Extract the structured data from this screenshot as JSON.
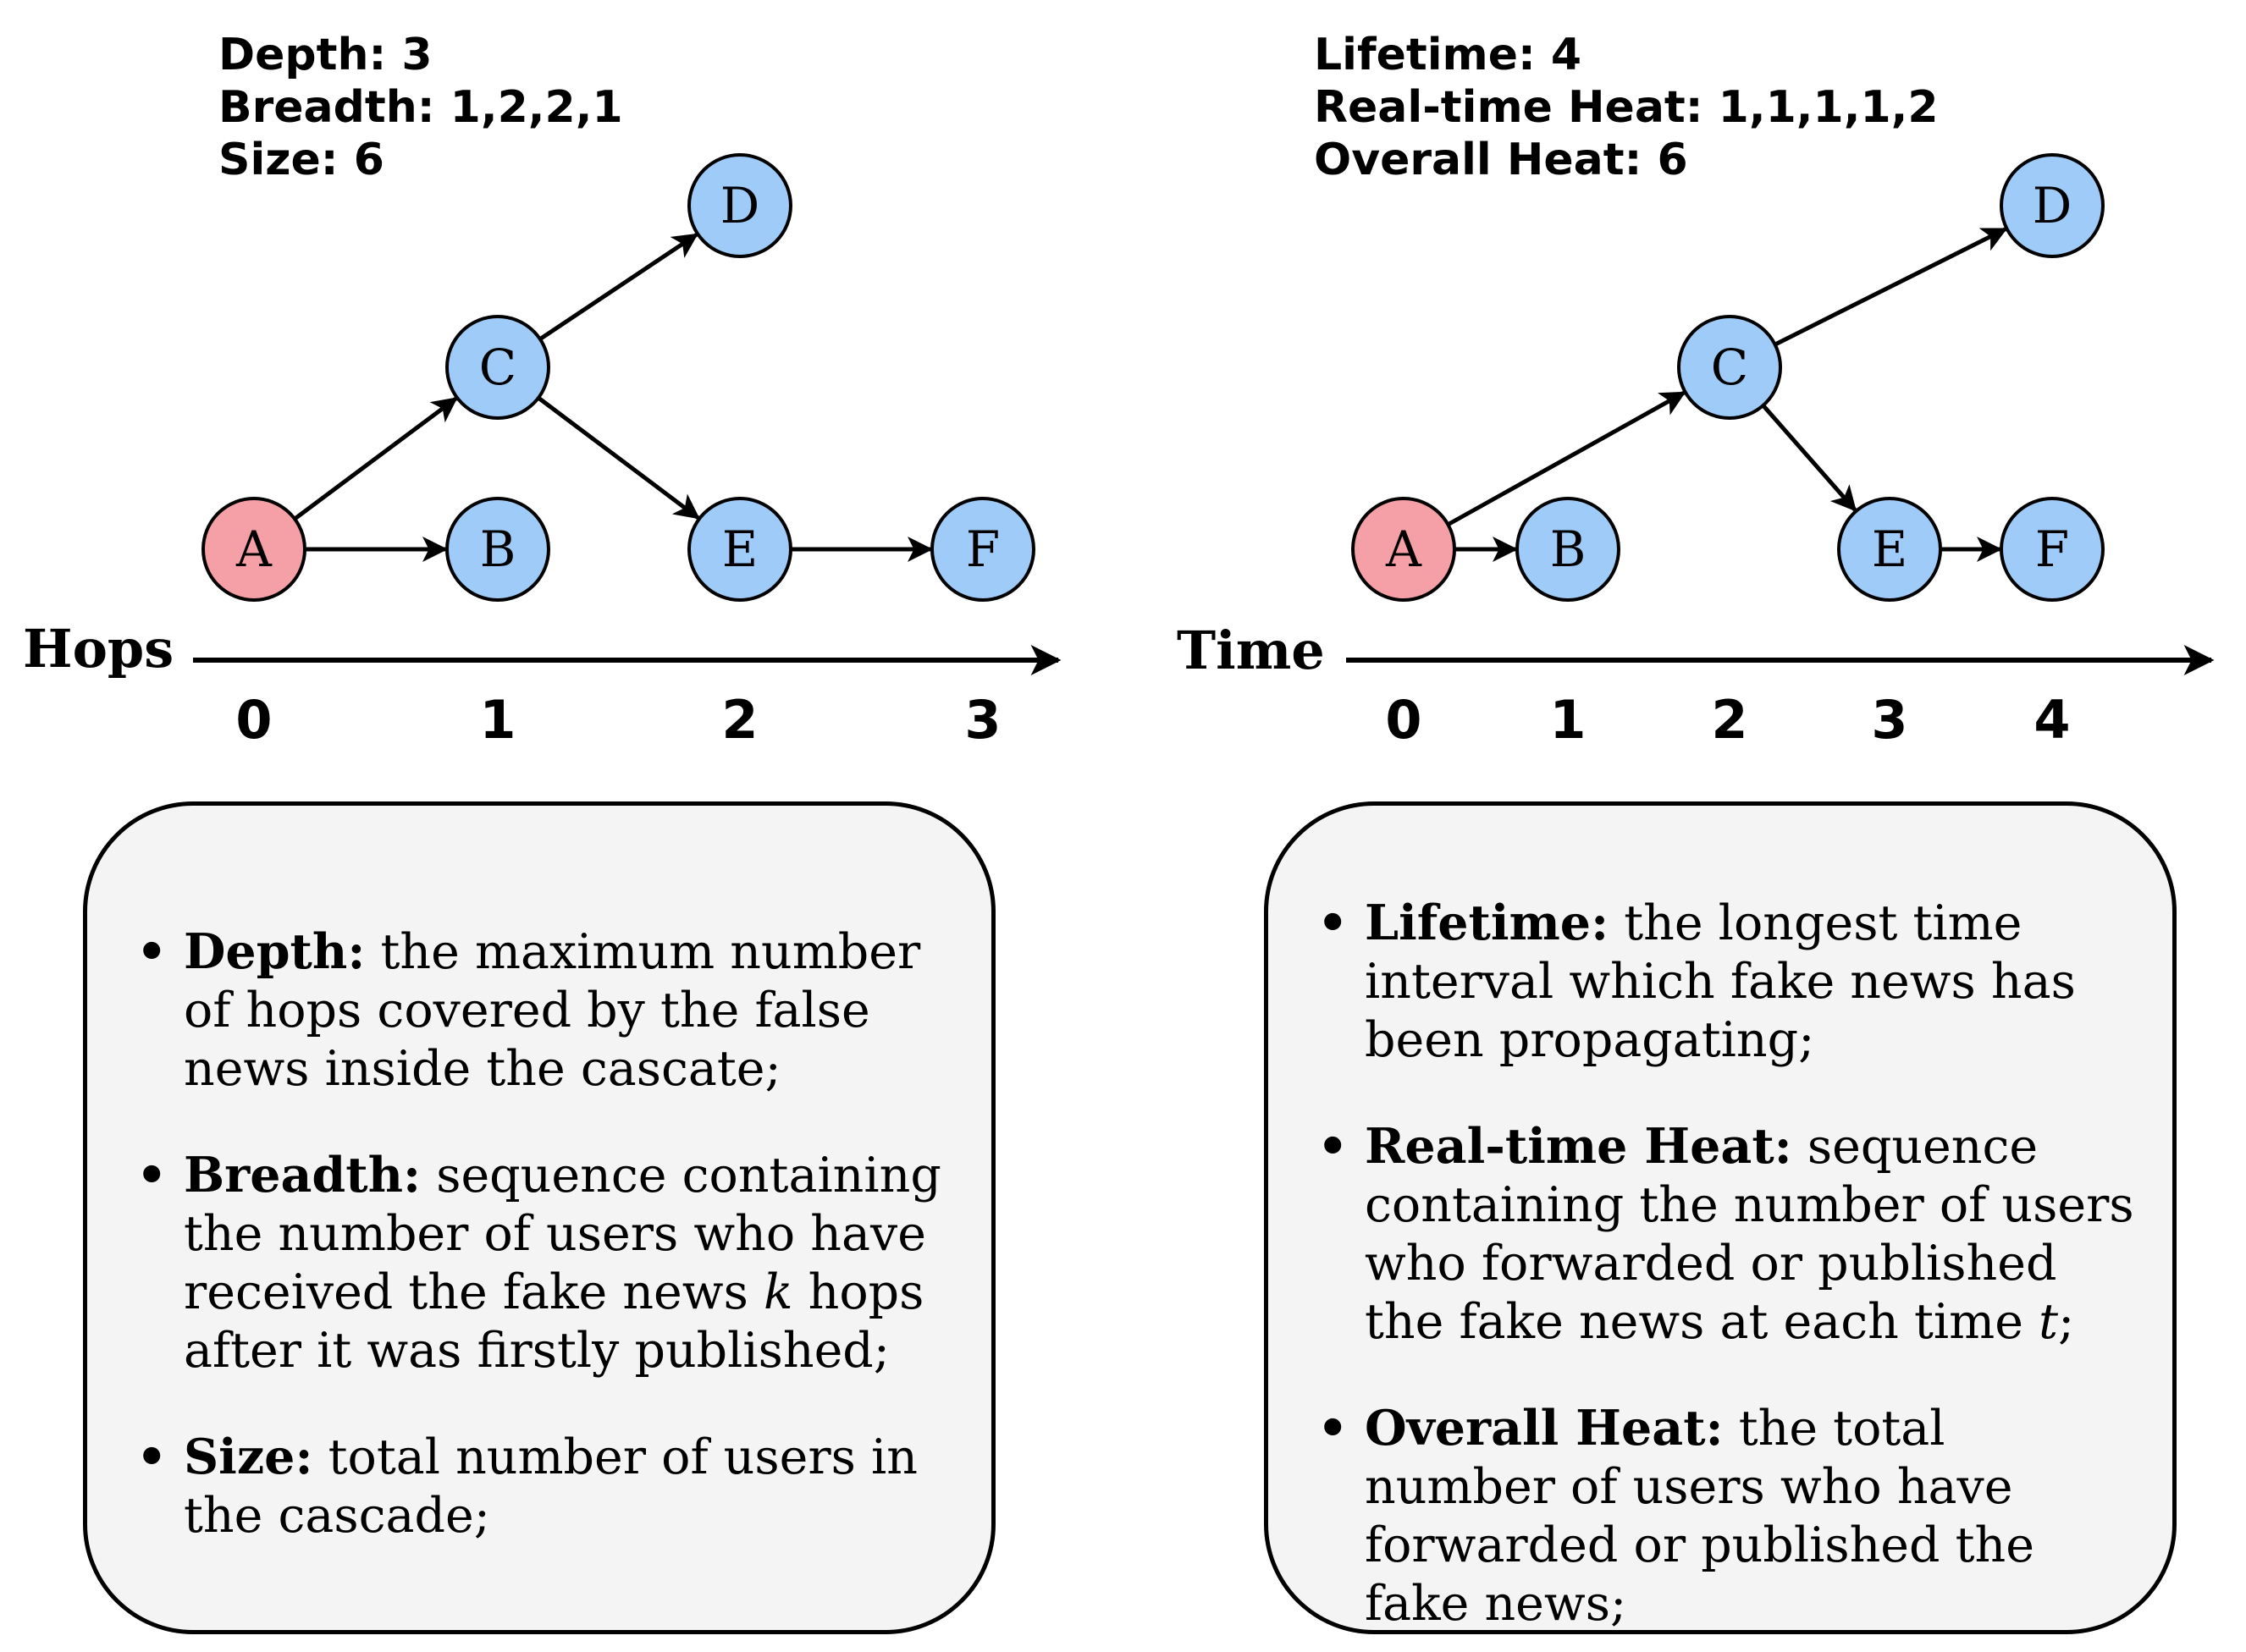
{
  "left": {
    "stats": [
      "Depth: 3",
      "Breadth: 1,2,2,1",
      "Size: 6"
    ],
    "axis_name": "Hops",
    "ticks": [
      "0",
      "1",
      "2",
      "3"
    ],
    "nodes": [
      {
        "id": "A",
        "label": "A",
        "root": true
      },
      {
        "id": "B",
        "label": "B",
        "root": false
      },
      {
        "id": "C",
        "label": "C",
        "root": false
      },
      {
        "id": "D",
        "label": "D",
        "root": false
      },
      {
        "id": "E",
        "label": "E",
        "root": false
      },
      {
        "id": "F",
        "label": "F",
        "root": false
      }
    ],
    "edges": [
      [
        "A",
        "B"
      ],
      [
        "A",
        "C"
      ],
      [
        "C",
        "D"
      ],
      [
        "C",
        "E"
      ],
      [
        "E",
        "F"
      ]
    ],
    "definitions": [
      {
        "term": "Depth:",
        "parts": [
          {
            "t": "the maximum number of hops covered by the false news inside the cascate;"
          }
        ]
      },
      {
        "term": "Breadth:",
        "parts": [
          {
            "t": "sequence containing the number of users who have received the fake news "
          },
          {
            "t": "k",
            "i": true
          },
          {
            "t": " hops after it was firstly published;"
          }
        ]
      },
      {
        "term": "Size:",
        "parts": [
          {
            "t": "total number of users in the cascade;"
          }
        ]
      }
    ]
  },
  "right": {
    "stats": [
      "Lifetime: 4",
      "Real-time Heat: 1,1,1,1,2",
      "Overall Heat: 6"
    ],
    "axis_name": "Time",
    "ticks": [
      "0",
      "1",
      "2",
      "3",
      "4"
    ],
    "nodes": [
      {
        "id": "A",
        "label": "A",
        "root": true
      },
      {
        "id": "B",
        "label": "B",
        "root": false
      },
      {
        "id": "C",
        "label": "C",
        "root": false
      },
      {
        "id": "D",
        "label": "D",
        "root": false
      },
      {
        "id": "E",
        "label": "E",
        "root": false
      },
      {
        "id": "F",
        "label": "F",
        "root": false
      }
    ],
    "edges": [
      [
        "A",
        "B"
      ],
      [
        "A",
        "C"
      ],
      [
        "C",
        "D"
      ],
      [
        "C",
        "E"
      ],
      [
        "E",
        "F"
      ]
    ],
    "definitions": [
      {
        "term": "Lifetime:",
        "parts": [
          {
            "t": "the longest time interval which fake news has been propagating;"
          }
        ]
      },
      {
        "term": "Real-time Heat:",
        "parts": [
          {
            "t": "sequence containing the number of users who forwarded or published the fake news at each time "
          },
          {
            "t": "t",
            "i": true
          },
          {
            "t": ";"
          }
        ]
      },
      {
        "term": "Overall Heat:",
        "parts": [
          {
            "t": "the total number of users who have forwarded or published the fake news;"
          }
        ]
      }
    ]
  },
  "colors": {
    "root_node": "#f4a0a6",
    "node": "#9fcbf8",
    "panel_bg": "#f4f4f4",
    "stroke": "#000000"
  }
}
